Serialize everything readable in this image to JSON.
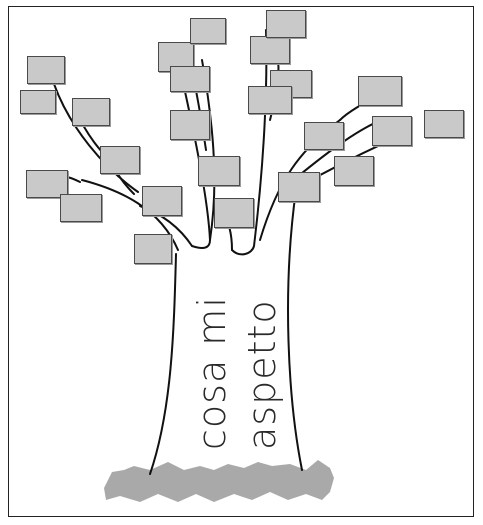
{
  "trunk_text": {
    "line1": "cosa mi",
    "line2": "aspetto"
  },
  "note_fill": "#c9c9c9",
  "ground_color": "#a9a9a9",
  "notes": [
    {
      "id": "n1",
      "text": ""
    },
    {
      "id": "n2",
      "text": ""
    },
    {
      "id": "n3",
      "text": ""
    },
    {
      "id": "n4",
      "text": ""
    },
    {
      "id": "n5",
      "text": ""
    },
    {
      "id": "n6",
      "text": ""
    },
    {
      "id": "n7",
      "text": ""
    },
    {
      "id": "n8",
      "text": ""
    },
    {
      "id": "n9",
      "text": ""
    },
    {
      "id": "n10",
      "text": ""
    },
    {
      "id": "n11",
      "text": ""
    },
    {
      "id": "n12",
      "text": ""
    },
    {
      "id": "n13",
      "text": ""
    },
    {
      "id": "n14",
      "text": ""
    },
    {
      "id": "n15",
      "text": ""
    },
    {
      "id": "n16",
      "text": ""
    },
    {
      "id": "n17",
      "text": ""
    },
    {
      "id": "n18",
      "text": ""
    },
    {
      "id": "n19",
      "text": ""
    },
    {
      "id": "n20",
      "text": ""
    },
    {
      "id": "n21",
      "text": ""
    },
    {
      "id": "n22",
      "text": ""
    },
    {
      "id": "n23",
      "text": ""
    },
    {
      "id": "n24",
      "text": ""
    }
  ]
}
